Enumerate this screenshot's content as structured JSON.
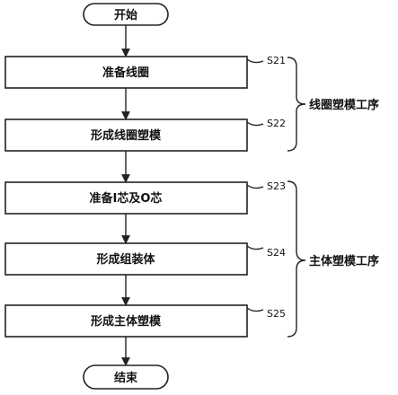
{
  "diagram": {
    "start": {
      "label": "开始"
    },
    "end": {
      "label": "结束"
    },
    "steps": [
      {
        "id": "S21",
        "label": "准备线圈"
      },
      {
        "id": "S22",
        "label": "形成线圈塑模"
      },
      {
        "id": "S23",
        "label": "准备I芯及O芯"
      },
      {
        "id": "S24",
        "label": "形成组装体"
      },
      {
        "id": "S25",
        "label": "形成主体塑模"
      }
    ],
    "groups": [
      {
        "label": "线圈塑模工序"
      },
      {
        "label": "主体塑模工序"
      }
    ]
  }
}
